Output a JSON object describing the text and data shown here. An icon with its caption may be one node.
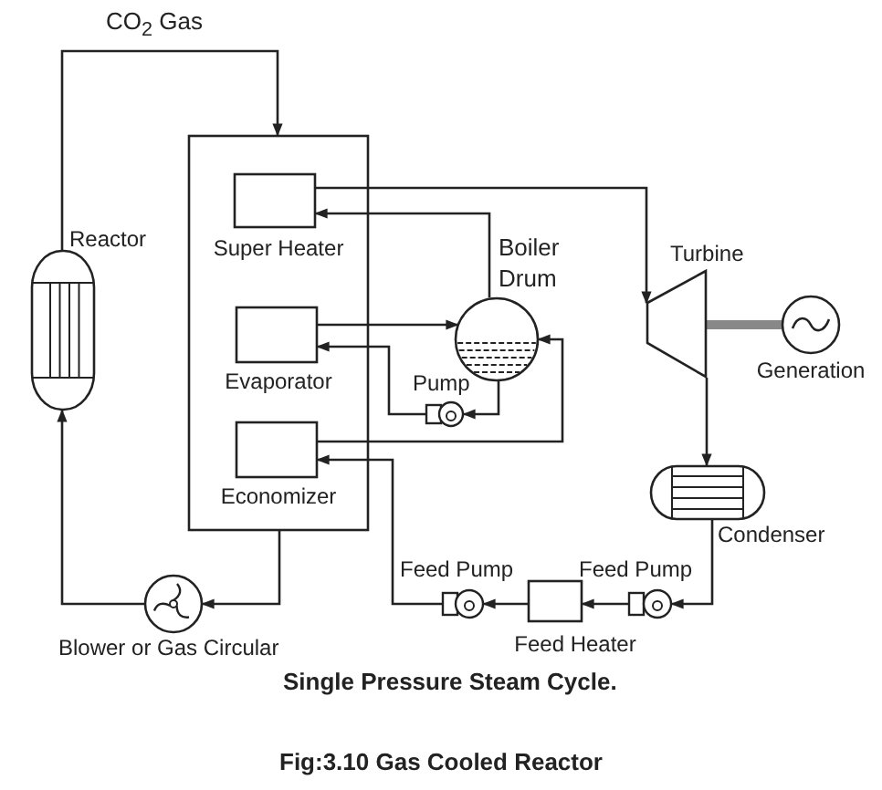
{
  "diagram": {
    "caption": "Fig:3.10 Gas Cooled Reactor",
    "nodes": [
      {
        "text": [
          "Reactor"
        ]
      },
      {
        "text": [],
        "shape": "box"
      },
      {
        "text": [
          "Super Heater"
        ],
        "in": 1
      },
      {
        "text": [
          "Evaporator"
        ],
        "in": 1
      },
      {
        "text": [
          "Economizer"
        ],
        "in": 1
      },
      {
        "text": [
          "Boiler Drum"
        ]
      },
      {
        "text": [
          "Pump"
        ]
      },
      {
        "text": [
          "Turbine"
        ]
      },
      {
        "text": [
          "Generation"
        ]
      },
      {
        "text": [
          "Condenser"
        ]
      },
      {
        "text": [
          "Blower or Gas Circular"
        ]
      },
      {
        "text": [
          "Feed Pump"
        ]
      },
      {
        "text": [
          "Feed Heater"
        ]
      },
      {
        "text": [
          "Feed Pump"
        ]
      }
    ],
    "edges": [
      {
        "from": 0,
        "to": 1,
        "arrow": "to",
        "label": "CO$_{2}$ Gas"
      },
      {
        "from": 1,
        "to": 10,
        "arrow": "to"
      },
      {
        "from": 10,
        "to": 0,
        "arrow": "to"
      },
      {
        "from": 5,
        "to": 2,
        "arrow": "to"
      },
      {
        "from": 2,
        "to": 7,
        "arrow": "to"
      },
      {
        "from": 3,
        "to": 5,
        "arrow": "to"
      },
      {
        "from": 5,
        "to": 6,
        "arrow": "to"
      },
      {
        "from": 6,
        "to": 3,
        "arrow": "to"
      },
      {
        "from": 4,
        "to": 5,
        "arrow": "to"
      },
      {
        "from": 11,
        "to": 4,
        "arrow": "to"
      },
      {
        "from": 12,
        "to": 11,
        "arrow": "to"
      },
      {
        "from": 13,
        "to": 12,
        "arrow": "to"
      },
      {
        "from": 9,
        "to": 13,
        "arrow": "to"
      },
      {
        "from": 7,
        "to": 9,
        "arrow": "to"
      },
      {
        "from": 7,
        "to": 8,
        "arrow": "none",
        "style": "thick",
        "color": "#888888"
      }
    ],
    "labels": [
      "Single Pressure Steam Cycle."
    ]
  }
}
